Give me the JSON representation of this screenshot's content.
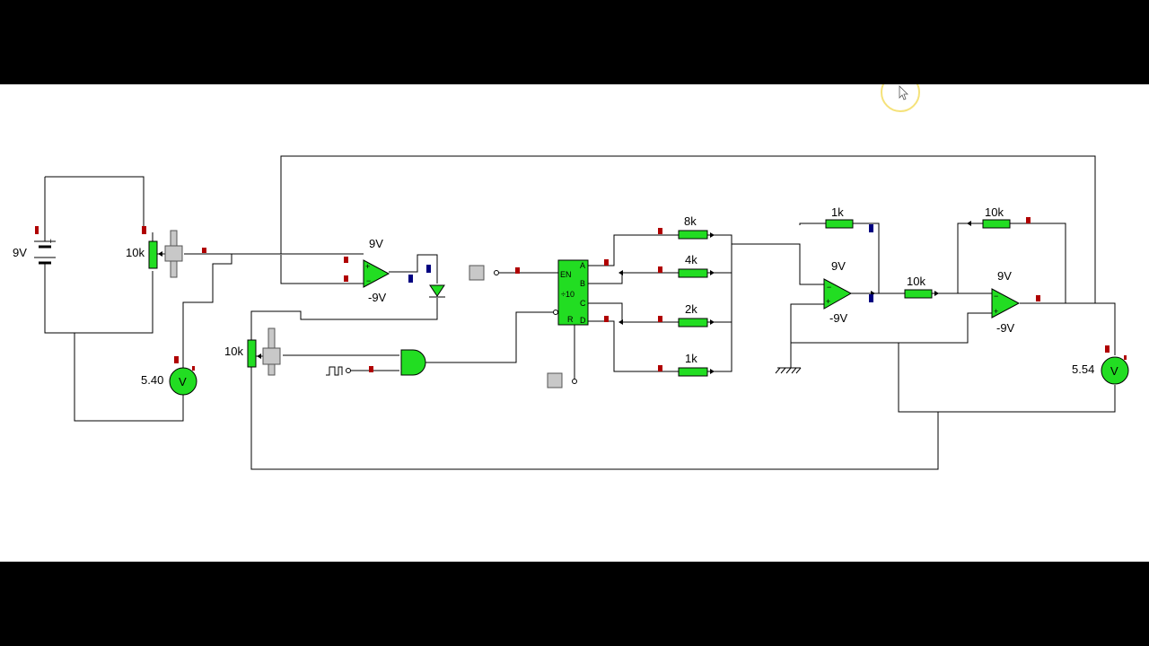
{
  "battery": {
    "label": "9V"
  },
  "pot1": {
    "label": "10k"
  },
  "pot2": {
    "label": "10k"
  },
  "comparator": {
    "vpos": "9V",
    "vneg": "-9V"
  },
  "counter": {
    "en": "EN",
    "div": "÷10",
    "r": "R",
    "a": "A",
    "b": "B",
    "c": "C",
    "d": "D"
  },
  "ladder": {
    "r8": "8k",
    "r4": "4k",
    "r2": "2k",
    "r1": "1k"
  },
  "inverter1": {
    "feedback": "1k",
    "vpos": "9V",
    "vneg": "-9V"
  },
  "inverter2": {
    "input": "10k",
    "feedback": "10k",
    "vpos": "9V",
    "vneg": "-9V"
  },
  "voltmeter1": {
    "reading": "5.40",
    "symbol": "V"
  },
  "voltmeter2": {
    "reading": "5.54",
    "symbol": "V"
  },
  "colors": {
    "component_fill": "#22dd22",
    "probe_high": "#b00000",
    "probe_low": "#000080",
    "cursor_ring": "#f5e27a"
  }
}
